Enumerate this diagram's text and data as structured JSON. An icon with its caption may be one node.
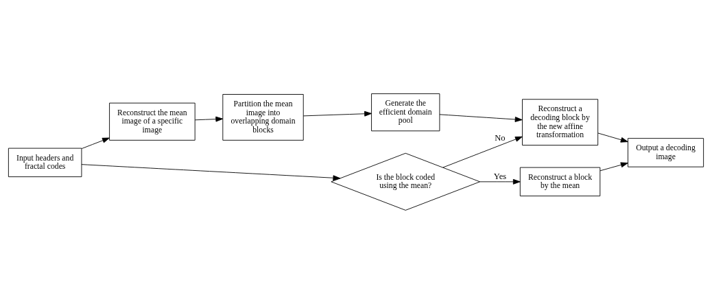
{
  "diagram": {
    "nodes": [
      {
        "text": [
          "Input headers and fractal codes"
        ]
      },
      {
        "text": [
          "Reconstruct the mean image of a specific image"
        ]
      },
      {
        "text": [
          "Partition the mean image into overlapping domain blocks"
        ]
      },
      {
        "text": [
          "Generate the efficient domain pool"
        ]
      },
      {
        "text": [
          "Is the block coded using the mean?"
        ]
      },
      {
        "text": [
          "Reconstruct a decoding block by the new affine transformation"
        ]
      },
      {
        "text": [
          "Reconstruct a block by the mean"
        ]
      },
      {
        "text": [
          "Output a decoding image"
        ]
      }
    ],
    "edges": [
      {
        "from": 0,
        "to": 1,
        "arrow": "to"
      },
      {
        "from": 1,
        "to": 2,
        "arrow": "to"
      },
      {
        "from": 2,
        "to": 3,
        "arrow": "to"
      },
      {
        "from": 3,
        "to": 5,
        "arrow": "to"
      },
      {
        "from": 0,
        "to": 4,
        "arrow": "to"
      },
      {
        "from": 4,
        "to": 5,
        "label": "No",
        "arrow": "to"
      },
      {
        "from": 4,
        "to": 6,
        "label": "Yes",
        "arrow": "to"
      },
      {
        "from": 5,
        "to": 7,
        "arrow": "to"
      },
      {
        "from": 6,
        "to": 7,
        "arrow": "to"
      }
    ]
  }
}
